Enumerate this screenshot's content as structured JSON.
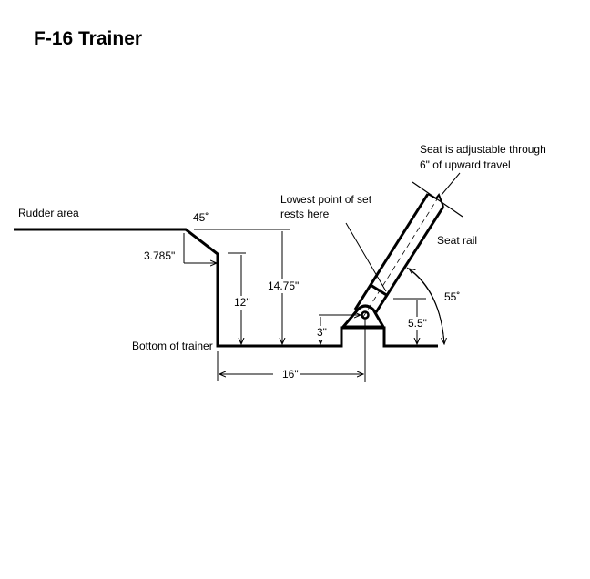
{
  "title": "F-16 Trainer",
  "labels": {
    "rudder_area": "Rudder area",
    "angle_45": "45˚",
    "dim_3785": "3.785\"",
    "dim_12": "12\"",
    "dim_1475": "14.75\"",
    "dim_3": "3\"",
    "dim_16": "16\"",
    "bottom": "Bottom of trainer",
    "lowest_point_1": "Lowest point of set",
    "lowest_point_2": "rests here",
    "adjustable_1": "Seat is adjustable through",
    "adjustable_2": "6\" of upward travel",
    "seat_rail": "Seat rail",
    "angle_55": "55˚",
    "dim_55": "5.5\""
  },
  "colors": {
    "line": "#000000",
    "background": "#ffffff"
  }
}
